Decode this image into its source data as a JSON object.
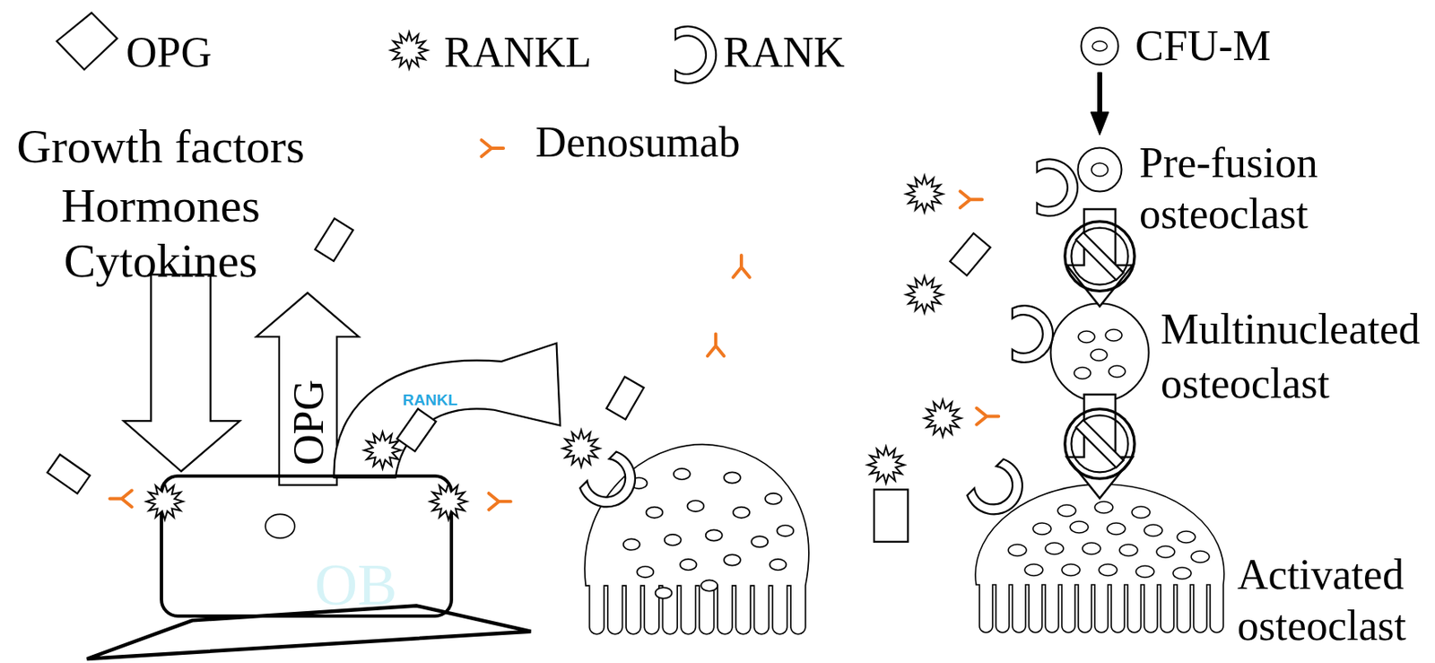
{
  "diagram": {
    "nodes": [
      {
        "text": [
          "CFU-M"
        ]
      },
      {
        "text": [
          "Pre-fusion osteoclast"
        ]
      },
      {
        "text": [
          "Multinucleated osteoclast"
        ]
      },
      {
        "text": [
          "OB"
        ]
      },
      {
        "text": [
          "Activated osteoclast"
        ]
      }
    ],
    "edges": [
      {
        "from": 0,
        "to": 1,
        "arrow": "to"
      },
      {
        "from": 1,
        "to": 2,
        "arrow": "to"
      },
      {
        "from": 2,
        "to": 4,
        "arrow": "to"
      }
    ],
    "labels": [
      "Growth factors",
      "Hormones",
      "Cytokines",
      "RANKL",
      "OPG"
    ],
    "legend": [
      {
        "text": "OPG"
      },
      {
        "text": "RANKL"
      },
      {
        "text": "RANK"
      },
      {
        "text": "Denosumab"
      }
    ]
  }
}
